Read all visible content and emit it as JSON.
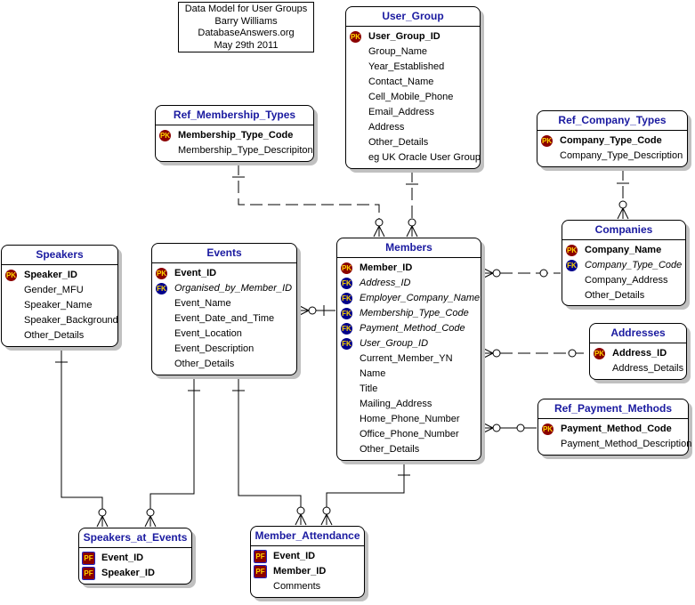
{
  "note": {
    "lines": [
      "Data Model for User Groups",
      "Barry Williams",
      "DatabaseAnswers.org",
      "May 29th 2011"
    ]
  },
  "entities": {
    "user_group": {
      "title": "User_Group",
      "fields": [
        {
          "name": "User_Group_ID",
          "key": "PK"
        },
        {
          "name": "Group_Name",
          "key": ""
        },
        {
          "name": "Year_Established",
          "key": ""
        },
        {
          "name": "Contact_Name",
          "key": ""
        },
        {
          "name": "Cell_Mobile_Phone",
          "key": ""
        },
        {
          "name": "Email_Address",
          "key": ""
        },
        {
          "name": "Address",
          "key": ""
        },
        {
          "name": "Other_Details",
          "key": ""
        },
        {
          "name": "eg UK Oracle User Group",
          "key": ""
        }
      ]
    },
    "ref_membership_types": {
      "title": "Ref_Membership_Types",
      "fields": [
        {
          "name": "Membership_Type_Code",
          "key": "PK"
        },
        {
          "name": "Membership_Type_Descripiton",
          "key": ""
        }
      ]
    },
    "ref_company_types": {
      "title": "Ref_Company_Types",
      "fields": [
        {
          "name": "Company_Type_Code",
          "key": "PK"
        },
        {
          "name": "Company_Type_Description",
          "key": ""
        }
      ]
    },
    "speakers": {
      "title": "Speakers",
      "fields": [
        {
          "name": "Speaker_ID",
          "key": "PK"
        },
        {
          "name": "Gender_MFU",
          "key": ""
        },
        {
          "name": "Speaker_Name",
          "key": ""
        },
        {
          "name": "Speaker_Background",
          "key": ""
        },
        {
          "name": "Other_Details",
          "key": ""
        }
      ]
    },
    "events": {
      "title": "Events",
      "fields": [
        {
          "name": "Event_ID",
          "key": "PK"
        },
        {
          "name": "Organised_by_Member_ID",
          "key": "FK"
        },
        {
          "name": "Event_Name",
          "key": ""
        },
        {
          "name": "Event_Date_and_Time",
          "key": ""
        },
        {
          "name": "Event_Location",
          "key": ""
        },
        {
          "name": "Event_Description",
          "key": ""
        },
        {
          "name": "Other_Details",
          "key": ""
        }
      ]
    },
    "members": {
      "title": "Members",
      "fields": [
        {
          "name": "Member_ID",
          "key": "PK"
        },
        {
          "name": "Address_ID",
          "key": "FK"
        },
        {
          "name": "Employer_Company_Name",
          "key": "FK"
        },
        {
          "name": "Membership_Type_Code",
          "key": "FK"
        },
        {
          "name": "Payment_Method_Code",
          "key": "FK"
        },
        {
          "name": "User_Group_ID",
          "key": "FK"
        },
        {
          "name": "Current_Member_YN",
          "key": ""
        },
        {
          "name": "Name",
          "key": ""
        },
        {
          "name": "Title",
          "key": ""
        },
        {
          "name": "Mailing_Address",
          "key": ""
        },
        {
          "name": "Home_Phone_Number",
          "key": ""
        },
        {
          "name": "Office_Phone_Number",
          "key": ""
        },
        {
          "name": "Other_Details",
          "key": ""
        }
      ]
    },
    "companies": {
      "title": "Companies",
      "fields": [
        {
          "name": "Company_Name",
          "key": "PK"
        },
        {
          "name": "Company_Type_Code",
          "key": "FK"
        },
        {
          "name": "Company_Address",
          "key": ""
        },
        {
          "name": "Other_Details",
          "key": ""
        }
      ]
    },
    "addresses": {
      "title": "Addresses",
      "fields": [
        {
          "name": "Address_ID",
          "key": "PK"
        },
        {
          "name": "Address_Details",
          "key": ""
        }
      ]
    },
    "ref_payment_methods": {
      "title": "Ref_Payment_Methods",
      "fields": [
        {
          "name": "Payment_Method_Code",
          "key": "PK"
        },
        {
          "name": "Payment_Method_Description",
          "key": ""
        }
      ]
    },
    "speakers_at_events": {
      "title": "Speakers_at_Events",
      "fields": [
        {
          "name": "Event_ID",
          "key": "PF"
        },
        {
          "name": "Speaker_ID",
          "key": "PF"
        }
      ]
    },
    "member_attendance": {
      "title": "Member_Attendance",
      "fields": [
        {
          "name": "Event_ID",
          "key": "PF"
        },
        {
          "name": "Member_ID",
          "key": "PF"
        },
        {
          "name": "Comments",
          "key": ""
        }
      ]
    }
  },
  "relationships": [
    {
      "from": "user_group",
      "to": "members",
      "style": "dashed"
    },
    {
      "from": "ref_membership_types",
      "to": "members",
      "style": "dashed"
    },
    {
      "from": "ref_company_types",
      "to": "companies",
      "style": "dashed"
    },
    {
      "from": "companies",
      "to": "members",
      "style": "dashed"
    },
    {
      "from": "addresses",
      "to": "members",
      "style": "dashed"
    },
    {
      "from": "ref_payment_methods",
      "to": "members",
      "style": "solid"
    },
    {
      "from": "members",
      "to": "events",
      "style": "solid"
    },
    {
      "from": "speakers",
      "to": "speakers_at_events",
      "style": "solid"
    },
    {
      "from": "events",
      "to": "speakers_at_events",
      "style": "solid"
    },
    {
      "from": "events",
      "to": "member_attendance",
      "style": "solid"
    },
    {
      "from": "members",
      "to": "member_attendance",
      "style": "solid"
    }
  ],
  "colors": {
    "title": "#1a1aa0",
    "pk_badge": "#8b0000",
    "fk_badge": "#00008b",
    "badge_text": "#ffd700",
    "shadow": "#c0c0c0"
  }
}
